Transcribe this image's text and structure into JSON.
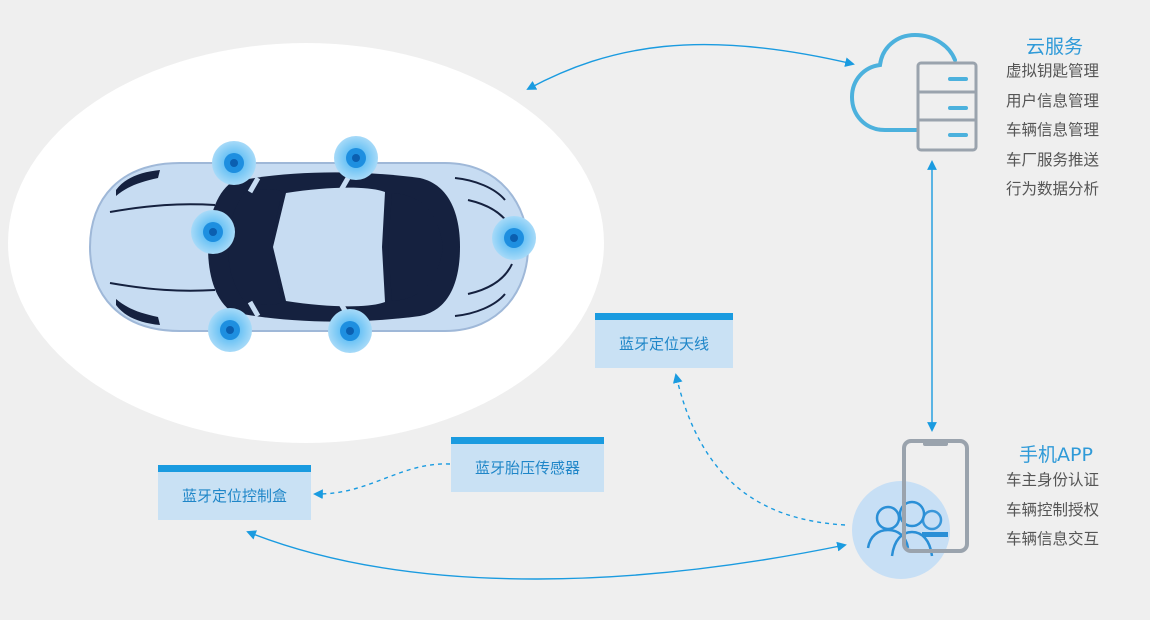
{
  "cloud": {
    "title": "云服务",
    "items": [
      "虚拟钥匙管理",
      "用户信息管理",
      "车辆信息管理",
      "车厂服务推送",
      "行为数据分析"
    ]
  },
  "phone": {
    "title": "手机APP",
    "items": [
      "车主身份认证",
      "车辆控制授权",
      "车辆信息交互"
    ]
  },
  "labels": {
    "antenna": "蓝牙定位天线",
    "tire_sensor": "蓝牙胎压传感器",
    "control_box": "蓝牙定位控制盒"
  },
  "colors": {
    "accent": "#1a9be0",
    "label_bg": "#c9e1f4",
    "car_body": "#c7dcf2",
    "car_glass": "#15213f",
    "background": "#efefef"
  },
  "icons": [
    "cloud-server-icon",
    "smartphone-icon",
    "users-icon",
    "bluetooth-node-icon"
  ]
}
